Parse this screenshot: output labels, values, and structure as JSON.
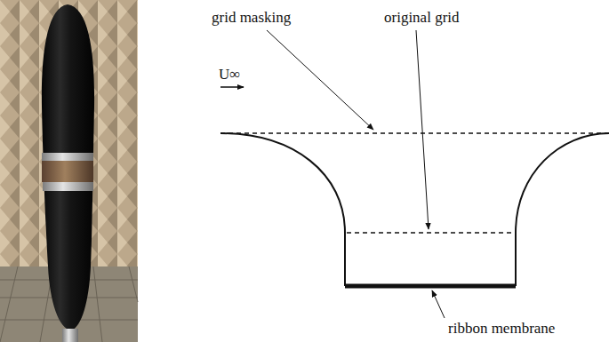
{
  "diagram": {
    "labels": [
      "grid masking",
      "original grid",
      "U∞",
      "ribbon membrane"
    ]
  }
}
